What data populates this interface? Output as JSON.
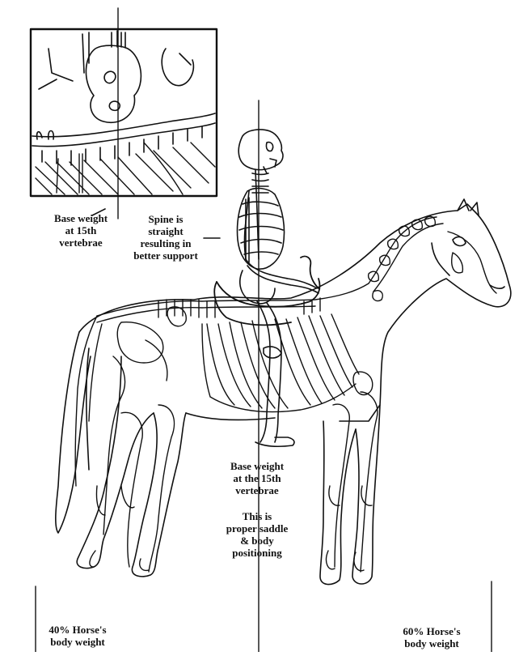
{
  "labels": {
    "inset_base_weight": [
      "Base weight",
      "at 15th",
      "vertebrae"
    ],
    "spine_straight": [
      "Spine is",
      "straight",
      "resulting in",
      "better support"
    ],
    "center_base_weight": [
      "Base weight",
      "at the 15th",
      "vertebrae"
    ],
    "proper_saddle": [
      "This is",
      "proper saddle",
      "& body",
      "positioning"
    ],
    "left_weight": [
      "40% Horse's",
      "body weight"
    ],
    "right_weight": [
      "60% Horse's",
      "body weight"
    ]
  },
  "colors": {
    "ink": "#111111",
    "paper": "#ffffff"
  }
}
